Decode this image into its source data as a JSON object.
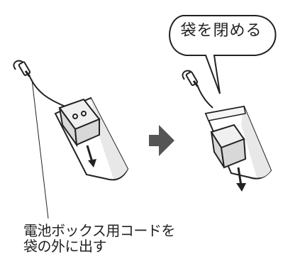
{
  "callout": {
    "text": "袋を閉める"
  },
  "caption": {
    "line1": "電池ボックス用コードを",
    "line2": "袋の外に出す"
  },
  "colors": {
    "line": "#222222",
    "arrow_gray": "#555555",
    "bag_shade": "#e8e8e8",
    "battery_fill": "#d8d8d8",
    "battery_top": "#f0f0f0"
  }
}
